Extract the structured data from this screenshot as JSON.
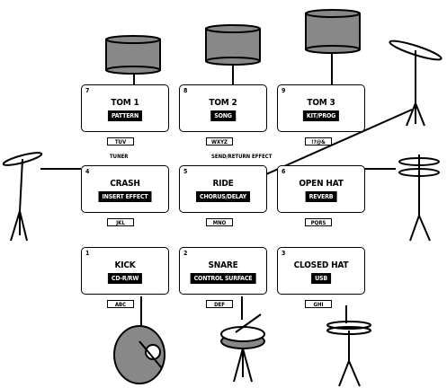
{
  "pads": [
    {
      "num": "7",
      "name": "TOM 1",
      "func": "PATTERN",
      "key": "TUV"
    },
    {
      "num": "8",
      "name": "TOM 2",
      "func": "SONG",
      "key": "WXYZ"
    },
    {
      "num": "9",
      "name": "TOM 3",
      "func": "KIT/PROG",
      "key": "!?@&"
    },
    {
      "num": "4",
      "name": "CRASH",
      "func": "INSERT EFFECT",
      "key": "JKL"
    },
    {
      "num": "5",
      "name": "RIDE",
      "func": "CHORUS/DELAY",
      "key": "MNO"
    },
    {
      "num": "6",
      "name": "OPEN HAT",
      "func": "REVERB",
      "key": "PQRS"
    },
    {
      "num": "1",
      "name": "KICK",
      "func": "CD-R/RW",
      "key": "ABC"
    },
    {
      "num": "2",
      "name": "SNARE",
      "func": "CONTROL SURFACE",
      "key": "DEF"
    },
    {
      "num": "3",
      "name": "CLOSED HAT",
      "func": "USB",
      "key": "GHI"
    }
  ],
  "labels": {
    "tuner": "TUNER",
    "send_return": "SEND/RETURN EFFECT"
  }
}
